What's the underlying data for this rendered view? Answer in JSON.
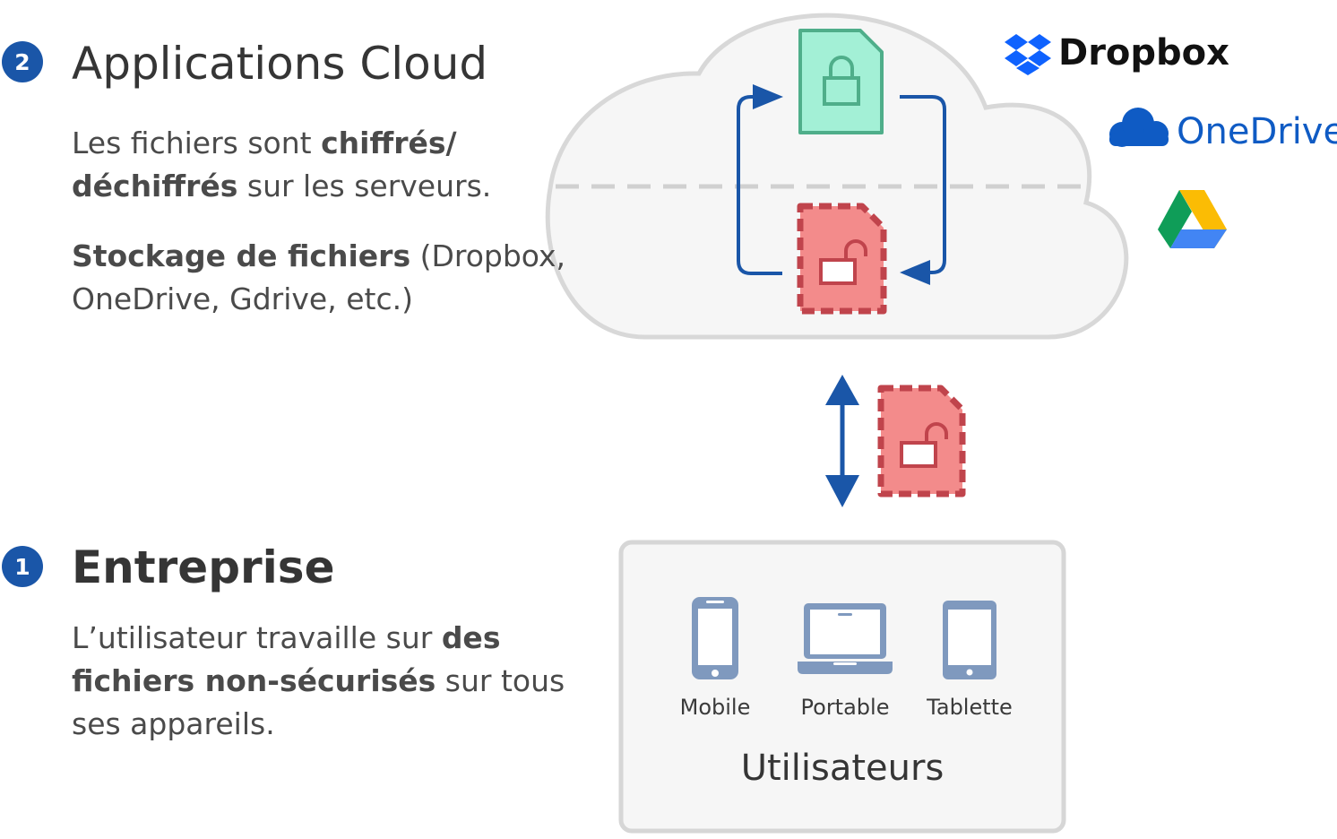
{
  "cloud_section": {
    "number": "2",
    "title": "Applications Cloud",
    "desc_1_before": "Les fichiers sont ",
    "desc_1_bold_a": "chiffrés/",
    "desc_1_bold_b": "déchiffrés",
    "desc_1_after": " sur les serveurs.",
    "desc_2_bold": "Stockage de fichiers",
    "desc_2_line1_after": " (Dropbox,",
    "desc_2_line2": "OneDrive, Gdrive, etc.)"
  },
  "enterprise_section": {
    "number": "1",
    "title": "Entreprise",
    "desc_line1_before": "L’utilisateur travaille sur ",
    "desc_line1_bold": "des",
    "desc_line2_bold": "fichiers non-sécurisés",
    "desc_line2_after": " sur tous",
    "desc_line3": "ses appareils."
  },
  "providers": {
    "dropbox": "Dropbox",
    "onedrive": "OneDrive",
    "gdrive_icon": "google-drive-icon"
  },
  "users_box": {
    "title": "Utilisateurs",
    "devices": [
      {
        "label": "Mobile",
        "icon": "mobile-icon"
      },
      {
        "label": "Portable",
        "icon": "laptop-icon"
      },
      {
        "label": "Tablette",
        "icon": "tablet-icon"
      }
    ]
  },
  "colors": {
    "accent_blue": "#1a56a8",
    "encrypted_fill": "#a3f0d6",
    "encrypted_stroke": "#4fae8a",
    "unencrypted_fill": "#f38b8b",
    "unencrypted_stroke": "#c0444c",
    "cloud_fill": "#f6f6f6",
    "cloud_stroke": "#d8d8d8",
    "device_color": "#7f99be"
  }
}
